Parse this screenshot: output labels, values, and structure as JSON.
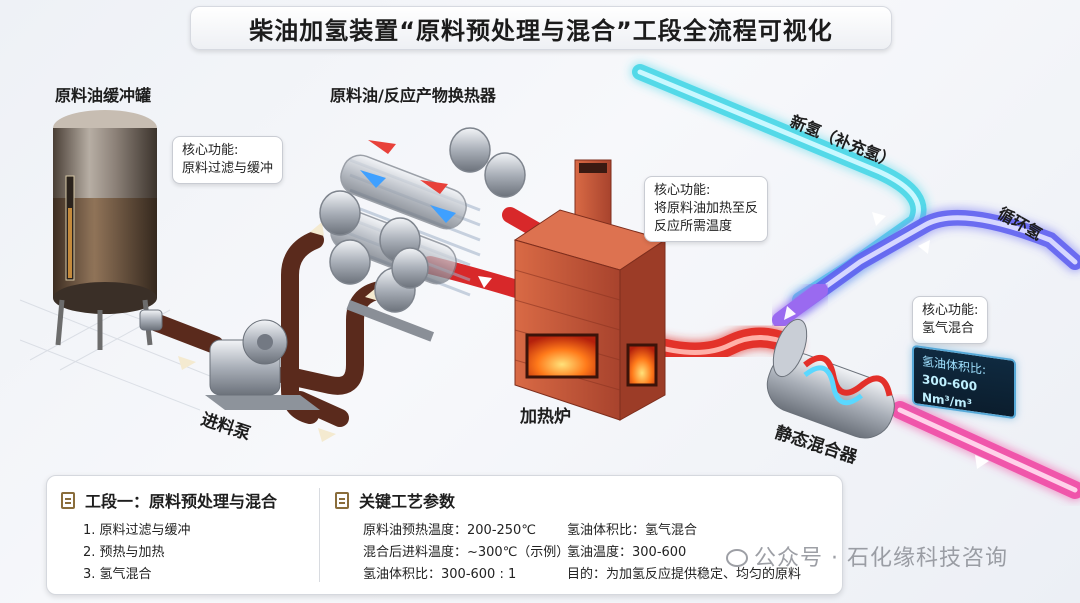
{
  "title": "柴油加氢装置“原料预处理与混合”工段全流程可视化",
  "labels": {
    "buffer_tank": "原料油缓冲罐",
    "heat_exchanger": "原料油/反应产物换热器",
    "new_hydrogen": "新氢（补充氢）",
    "recycle_hydrogen": "循环氢",
    "feed_pump": "进料泵",
    "heating_furnace": "加热炉",
    "static_mixer": "静态混合器"
  },
  "callouts": {
    "tank": {
      "title": "核心功能:",
      "lines": [
        "原料过滤与缓冲"
      ]
    },
    "furnace": {
      "title": "核心功能:",
      "lines": [
        "将原料油加热至反",
        "反应所需温度"
      ]
    },
    "mixer": {
      "title": "核心功能:",
      "lines": [
        "氢气混合"
      ]
    }
  },
  "mixer_screen": {
    "label": "氢油体积比:",
    "value": "300-600 Nm³/m³"
  },
  "panel": {
    "section1": {
      "title": "工段一：原料预处理与混合",
      "steps": [
        "1. 原料过滤与缓冲",
        "2. 预热与加热",
        "3. 氢气混合"
      ]
    },
    "section2": {
      "title": "关键工艺参数",
      "col1": [
        "原料油预热温度：200-250℃",
        "混合后进料温度：~300℃（示例）",
        "氢油体积比：300-600 : 1"
      ],
      "col2": [
        "氢油体积比：氢气混合",
        "氢油温度：300-600",
        "目的：为加氢反应提供稳定、均匀的原料"
      ]
    }
  },
  "watermark": "公众号 · 石化缘科技咨询",
  "colors": {
    "oil_pipe": "#5a2a1c",
    "hot_pipe": "#e3302a",
    "new_h2": "#3fd6e6",
    "recycle_h2": "#5a5cf0",
    "mixed_h2": "#f04aa6",
    "furnace_brick": "#c5553a"
  },
  "icons": [
    "document-icon",
    "wechat-icon",
    "flame-icon",
    "flow-arrow-icon"
  ]
}
